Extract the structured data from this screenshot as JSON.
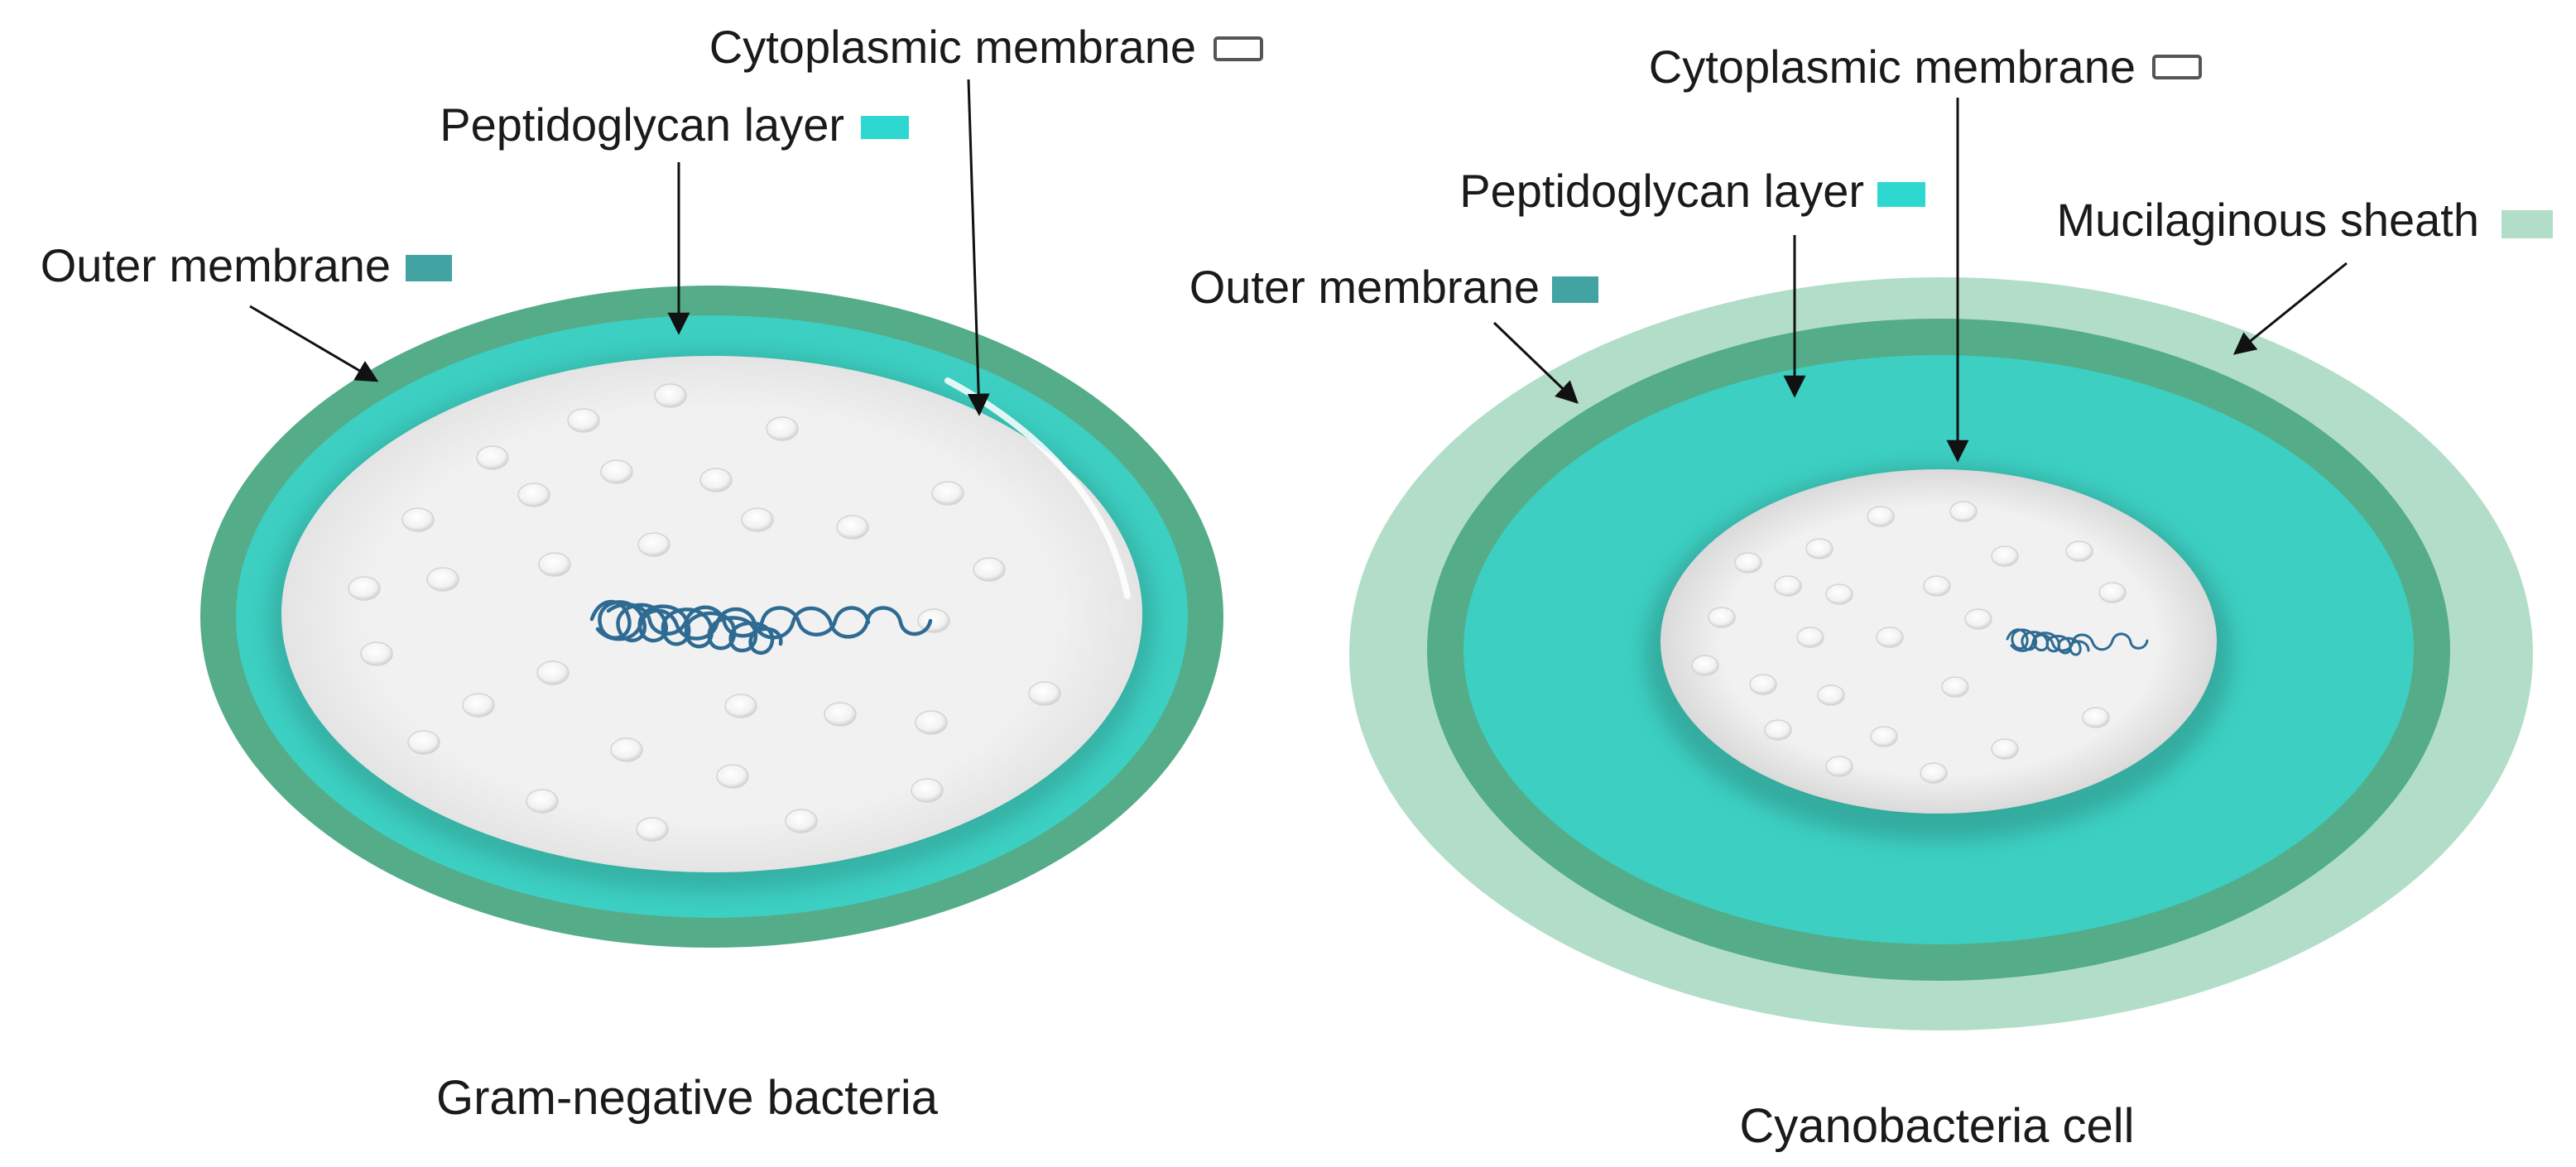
{
  "colors": {
    "outer_membrane": "#55AC88",
    "outer_membrane_legend": "#41A4A2",
    "peptidoglycan": "#3CCFC2",
    "peptidoglycan_legend": "#2ED8D0",
    "cytoplasm": "#F0F0F0",
    "mucilaginous_sheath": "#B2DEC9",
    "dna": "#2E6B93",
    "arrow": "#111111"
  },
  "left_cell": {
    "labels": {
      "cytoplasmic": "Cytoplasmic membrane",
      "peptidoglycan": "Peptidoglycan layer",
      "outer": "Outer membrane"
    },
    "caption": "Gram-negative bacteria",
    "icons": [
      "ribosome-icon",
      "dna-icon"
    ]
  },
  "right_cell": {
    "labels": {
      "cytoplasmic": "Cytoplasmic membrane",
      "peptidoglycan": "Peptidoglycan layer",
      "outer": "Outer membrane",
      "sheath": "Mucilaginous sheath"
    },
    "caption": "Cyanobacteria cell",
    "icons": [
      "ribosome-icon",
      "dna-icon"
    ]
  }
}
